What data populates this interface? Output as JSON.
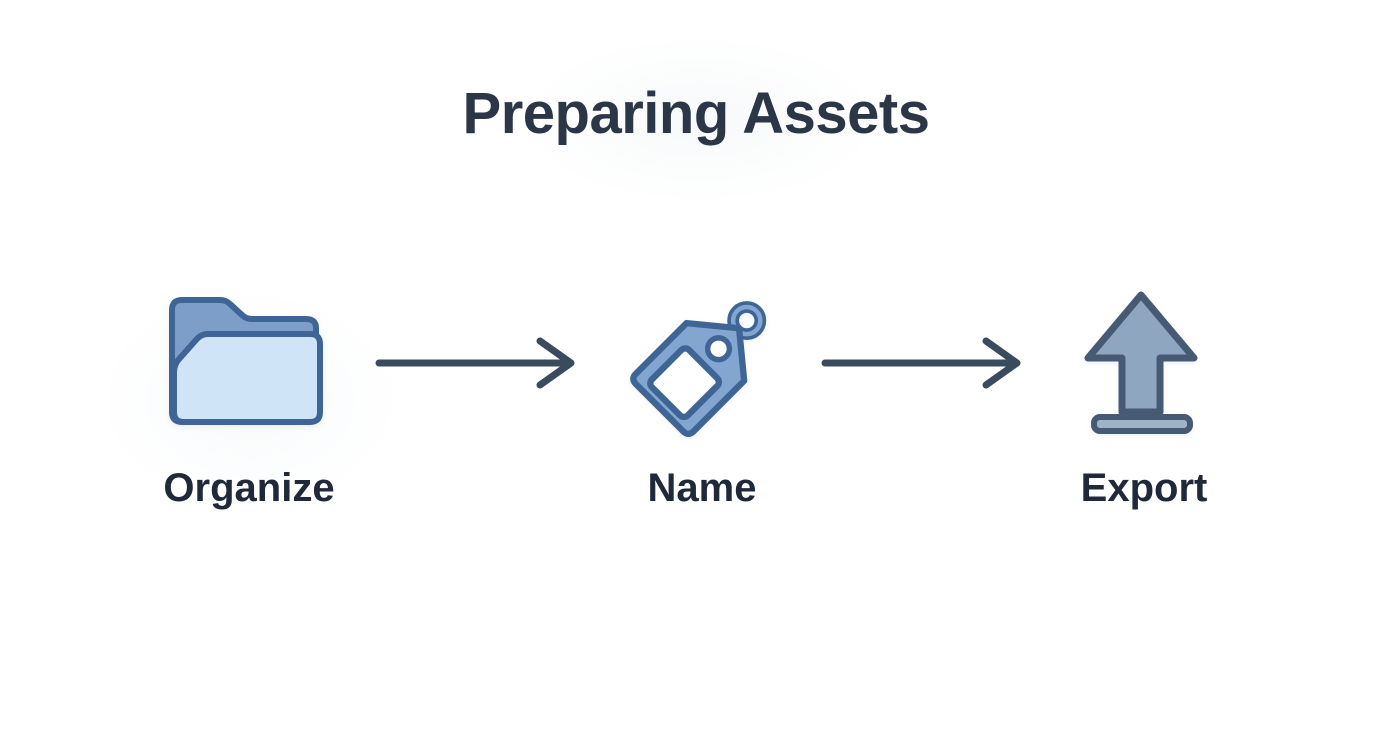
{
  "title": "Preparing Assets",
  "steps": [
    {
      "id": "organize",
      "label": "Organize",
      "icon": "folder-icon"
    },
    {
      "id": "name",
      "label": "Name",
      "icon": "tag-icon"
    },
    {
      "id": "export",
      "label": "Export",
      "icon": "upload-arrow-icon"
    }
  ],
  "connectors": [
    {
      "from": "organize",
      "to": "name",
      "icon": "right-arrow-icon"
    },
    {
      "from": "name",
      "to": "export",
      "icon": "right-arrow-icon"
    }
  ],
  "colors": {
    "background": "#ffffff",
    "title_text": "#2b3646",
    "label_text": "#20293a",
    "arrow": "#3b4b5e",
    "folder_back": "#7d9ec9",
    "folder_front": "#cfe4f6",
    "tag_fill": "#82a6cf",
    "outline_blue": "#3f6496",
    "upload_fill": "#8fa6c0",
    "upload_bar": "#9fb3c8",
    "upload_outline": "#475a74"
  }
}
